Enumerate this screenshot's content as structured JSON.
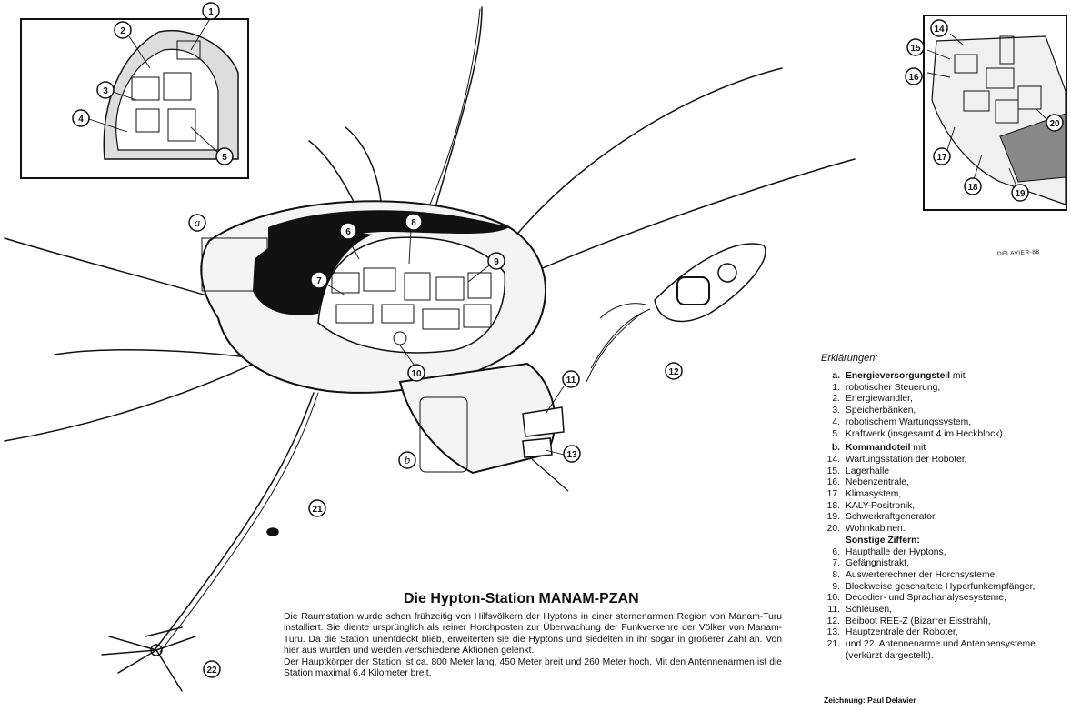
{
  "title": "Die Hypton-Station MANAM-PZAN",
  "description": [
    "Die Raumstation wurde schon frühzeitig von Hilfsvölkern der Hyptons in einer sternenarmen Region von Manam-Turu installiert. Sie diente ursprünglich als reiner Horchposten zur Überwachung der Funkverkehre der Völker von Manam-Turu. Da die Station unentdeckt blieb, erweiterten sie die Hyptons und siedelten in ihr sogar in größerer Zahl an. Von hier aus wurden und werden verschiedene Aktionen gelenkt.",
    "Der Hauptkörper der Station ist ca. 800 Meter lang, 450 Meter breit und 260 Meter hoch. Mit den Antennenarmen ist die Station maximal 6,4 Kilometer breit."
  ],
  "legend": {
    "heading": "Erklärungen:",
    "groups": [
      {
        "key": "a.",
        "title": "Energieversorgungsteil",
        "suffix": " mit",
        "items": [
          {
            "num": "1.",
            "text": "robotischer Steuerung,"
          },
          {
            "num": "2.",
            "text": "Energiewandler,"
          },
          {
            "num": "3.",
            "text": "Speicherbänken,"
          },
          {
            "num": "4.",
            "text": "robotischem Wartungssystem,"
          },
          {
            "num": "5.",
            "text": "Kraftwerk (insgesamt 4 im Heckblock)."
          }
        ]
      },
      {
        "key": "b.",
        "title": "Kommandoteil",
        "suffix": " mit",
        "items": [
          {
            "num": "14.",
            "text": "Wartungsstation der Roboter,"
          },
          {
            "num": "15.",
            "text": "Lagerhalle"
          },
          {
            "num": "16.",
            "text": "Nebenzentrale,"
          },
          {
            "num": "17.",
            "text": "Klimasystem,"
          },
          {
            "num": "18.",
            "text": "KALY-Positronik,"
          },
          {
            "num": "19.",
            "text": "Schwerkraftgenerator,"
          },
          {
            "num": "20.",
            "text": "Wohnkabinen."
          }
        ]
      },
      {
        "key": "",
        "title": "Sonstige Ziffern:",
        "suffix": "",
        "items": [
          {
            "num": "6.",
            "text": "Haupthalle der Hyptons,"
          },
          {
            "num": "7.",
            "text": "Gefängnistrakt,"
          },
          {
            "num": "8.",
            "text": "Auswerterechner der Horchsysteme,"
          },
          {
            "num": "9.",
            "text": "Blockweise geschaltete Hyperfunkempfänger,"
          },
          {
            "num": "10.",
            "text": "Decodier- und Sprachanalysesysteme,"
          },
          {
            "num": "11.",
            "text": "Schleusen,"
          },
          {
            "num": "12.",
            "text": "Beiboot REE-Z (Bizarrer Eisstrahl),"
          },
          {
            "num": "13.",
            "text": "Hauptzentrale der Roboter,"
          },
          {
            "num": "21.",
            "text": "und 22. Antennenarme und Antennensysteme (verkürzt dargestellt)."
          }
        ]
      }
    ]
  },
  "credit": "Zeichnung: Paul Delavier",
  "signature": "DELAVIER-88",
  "callouts": {
    "n1": "1",
    "n2": "2",
    "n3": "3",
    "n4": "4",
    "n5": "5",
    "n6": "6",
    "n7": "7",
    "n8": "8",
    "n9": "9",
    "n10": "10",
    "n11": "11",
    "n12": "12",
    "n13": "13",
    "n14": "14",
    "n15": "15",
    "n16": "16",
    "n17": "17",
    "n18": "18",
    "n19": "19",
    "n20": "20",
    "n21": "21",
    "n22": "22",
    "a": "a",
    "b": "b"
  }
}
